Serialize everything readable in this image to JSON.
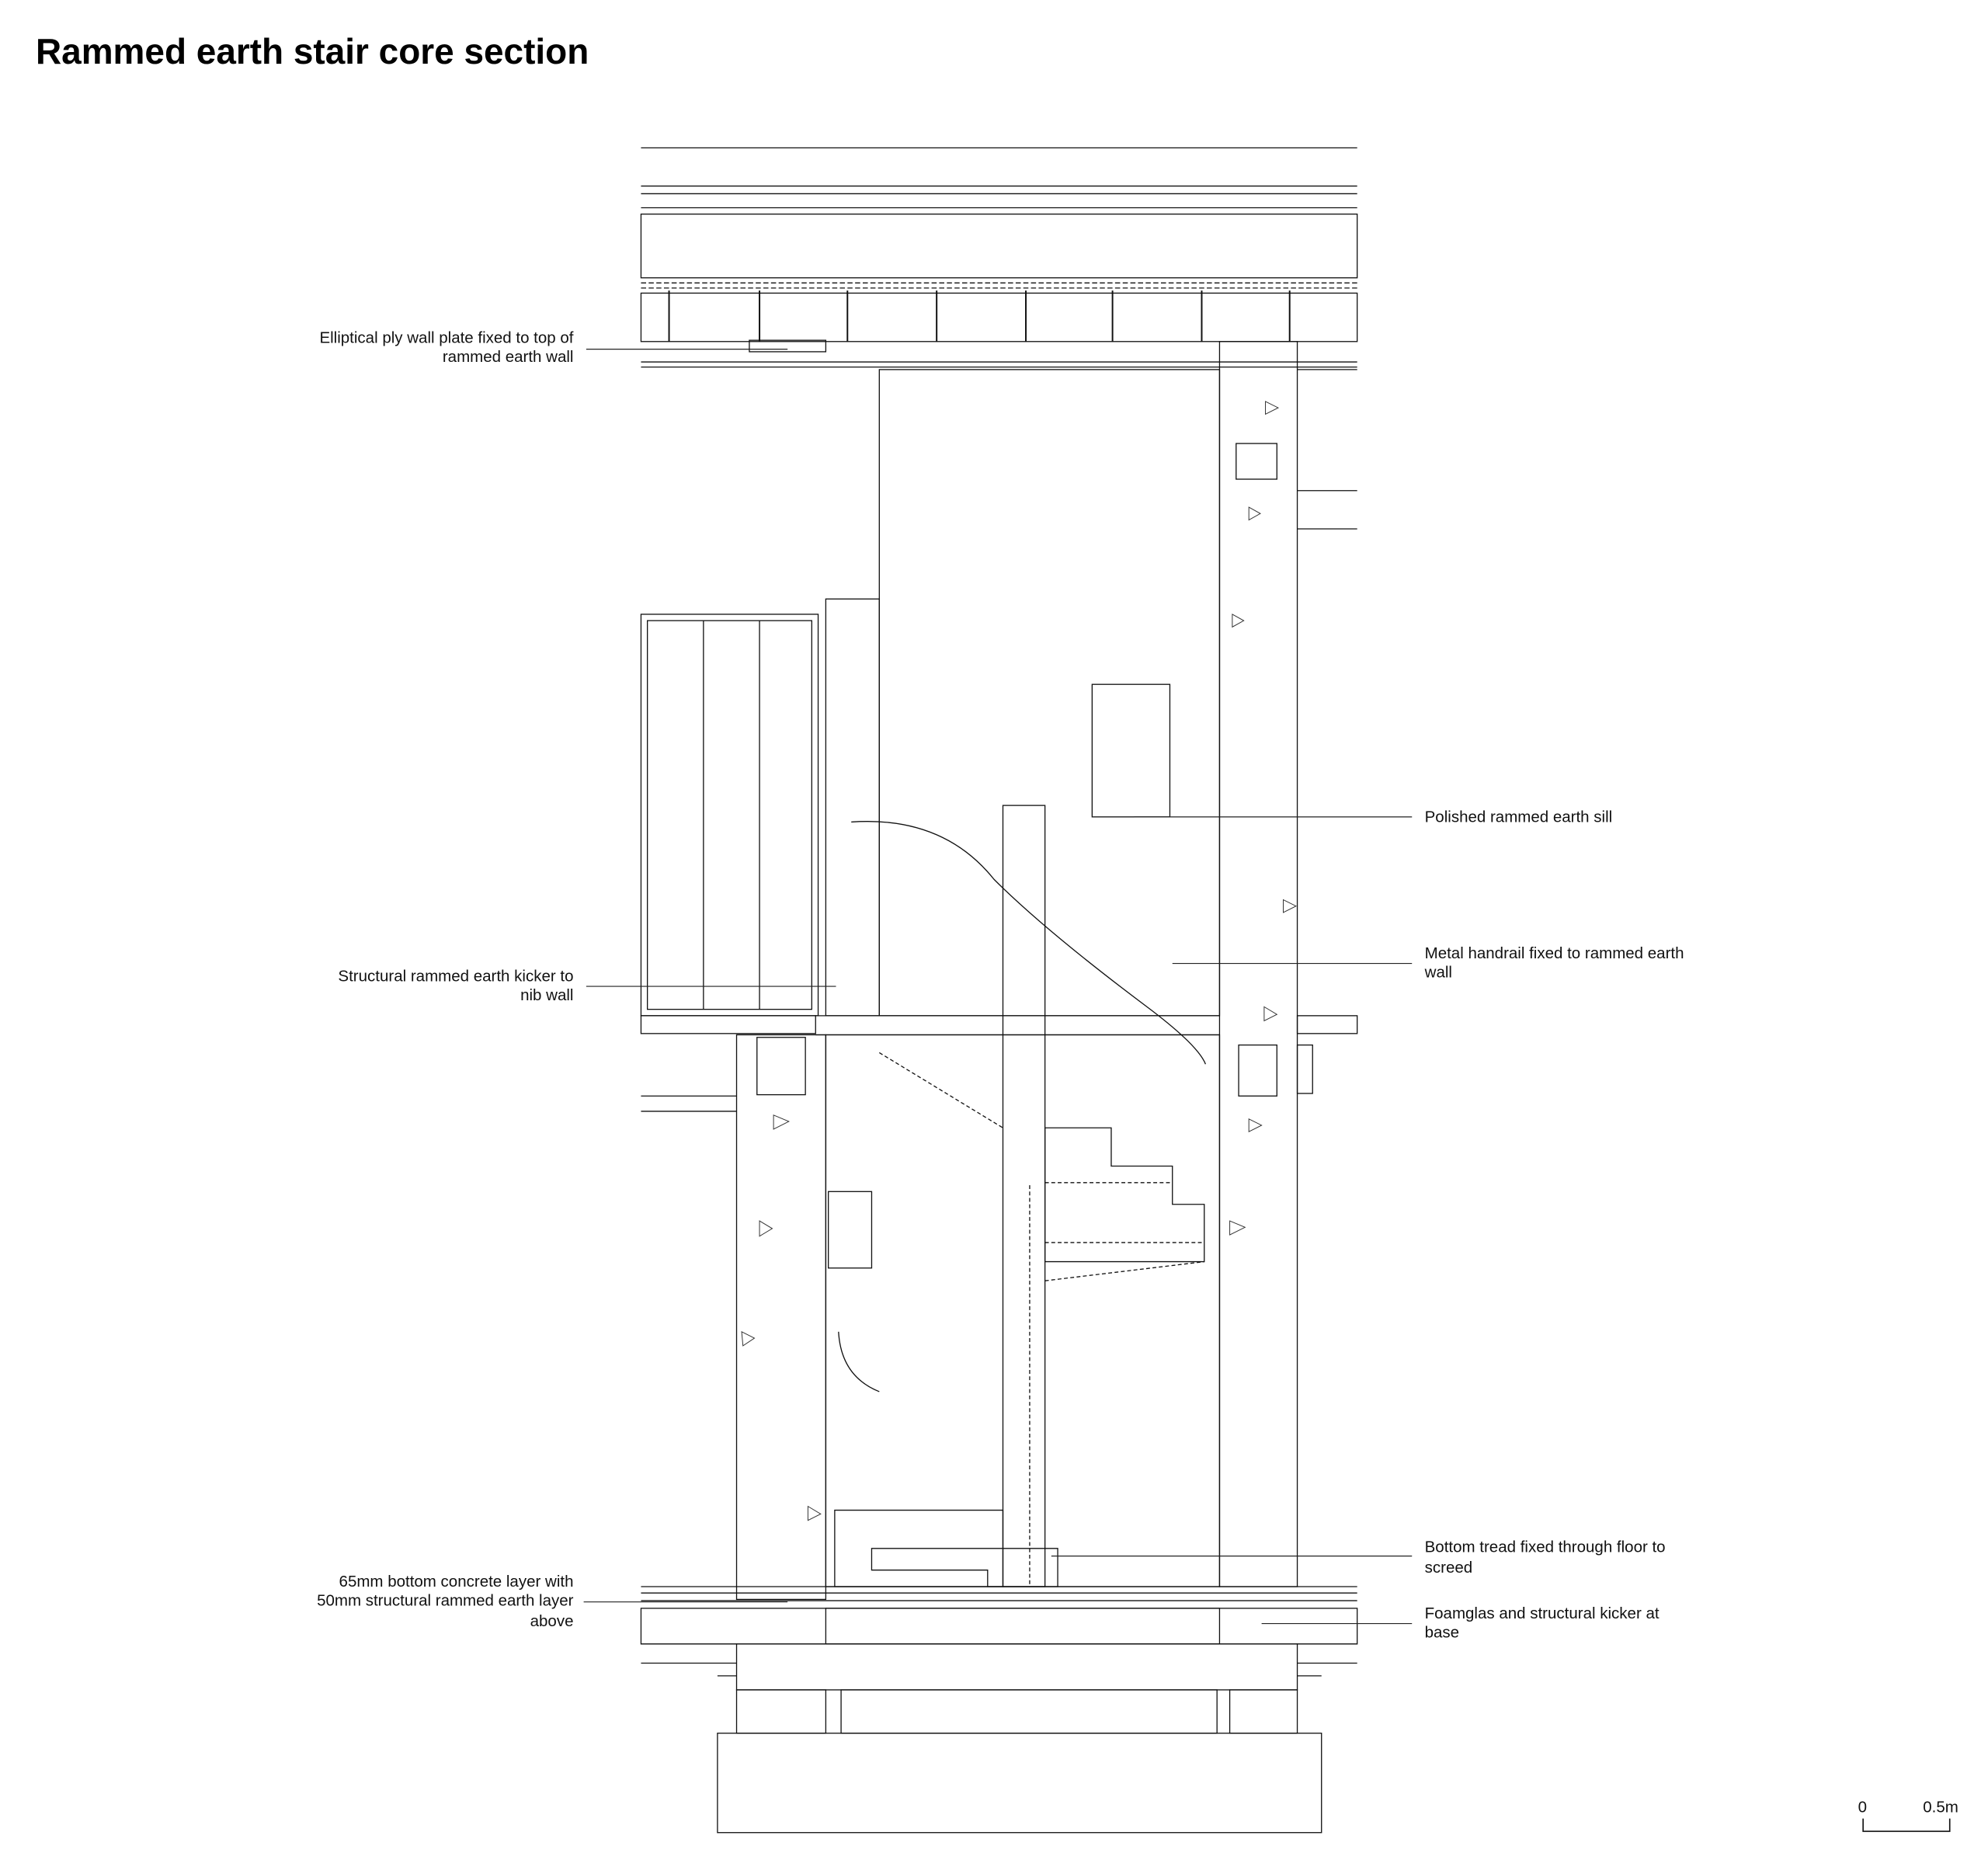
{
  "title": "Rammed earth stair core section",
  "annotations_left": [
    {
      "lines": [
        "Elliptical ply wall plate fixed to top of",
        "rammed earth wall"
      ]
    },
    {
      "lines": [
        "Structural rammed earth kicker to",
        "nib wall"
      ]
    },
    {
      "lines": [
        "65mm bottom concrete layer with",
        "50mm structural rammed earth layer",
        "above"
      ]
    }
  ],
  "annotations_right": [
    {
      "lines": [
        "Polished rammed earth sill"
      ]
    },
    {
      "lines": [
        "Metal handrail fixed to rammed earth",
        "wall"
      ]
    },
    {
      "lines": [
        "Bottom tread fixed through floor to",
        "screed"
      ]
    },
    {
      "lines": [
        "Foamglas and structural kicker at",
        "base"
      ]
    }
  ],
  "scale_bar": {
    "start": "0",
    "end": "0.5m"
  }
}
